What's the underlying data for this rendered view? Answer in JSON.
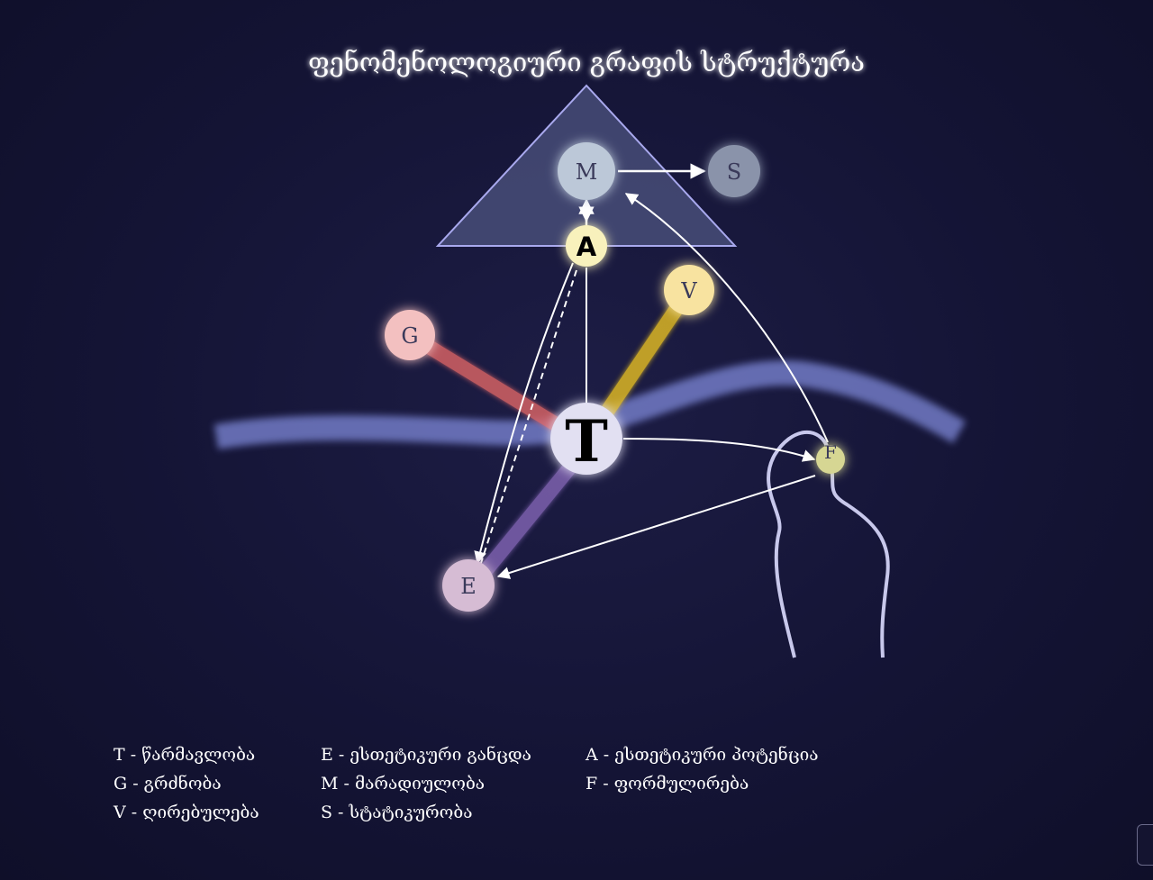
{
  "title": "ფენომენოლოგიური გრაფის სტრუქტურა",
  "nodes": {
    "T": {
      "label": "T",
      "color": "#e2e0f2"
    },
    "M": {
      "label": "M",
      "color": "#bcc8d8"
    },
    "S": {
      "label": "S",
      "color": "#8a93aa"
    },
    "A": {
      "label": "A",
      "color": "#f8f1bc"
    },
    "V": {
      "label": "V",
      "color": "#f8e3a0"
    },
    "G": {
      "label": "G",
      "color": "#f3c0c0"
    },
    "F": {
      "label": "F",
      "color": "#d6d693"
    },
    "E": {
      "label": "E",
      "color": "#d6bcd4"
    }
  },
  "colors": {
    "triangle_fill": "#4e5480",
    "triangle_stroke": "#a9a9ee",
    "river": "#7e88d8",
    "g_link": "#e06666",
    "v_link": "#e8c020",
    "e_link": "#8466b6",
    "arrow": "#ffffff",
    "thread": "#dcdcff"
  },
  "legend": [
    {
      "text": "T - წარმავლობა"
    },
    {
      "text": "E - ესთეტიკური განცდა"
    },
    {
      "text": "A - ესთეტიკური პოტენცია"
    },
    {
      "text": "G - გრძნობა"
    },
    {
      "text": "M - მარადიულობა"
    },
    {
      "text": "F - ფორმულირება"
    },
    {
      "text": "V - ღირებულება"
    },
    {
      "text": "S - სტატიკურობა"
    }
  ]
}
